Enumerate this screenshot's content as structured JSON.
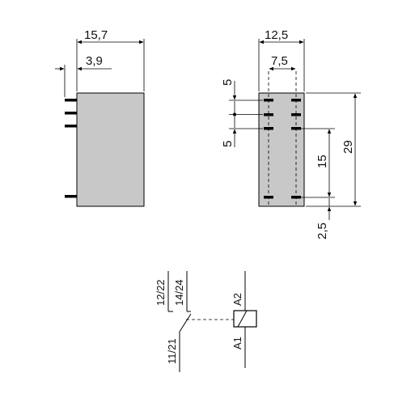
{
  "colors": {
    "body_fill": "#c8c8c8",
    "line": "#000000",
    "text": "#111111",
    "background": "#ffffff"
  },
  "side_view": {
    "overall_width": "15,7",
    "pin_offset": "3,9"
  },
  "pin_view": {
    "overall_width": "12,5",
    "pin_row_spacing": "7,5",
    "pin_pitch_top": "5",
    "pin_pitch_second": "5",
    "pin_span": "15",
    "body_height": "29",
    "bottom_offset": "2,5"
  },
  "schematic": {
    "contact_nc": "12/22",
    "contact_no": "14/24",
    "contact_common": "11/21",
    "coil_top": "A2",
    "coil_bottom": "A1"
  }
}
